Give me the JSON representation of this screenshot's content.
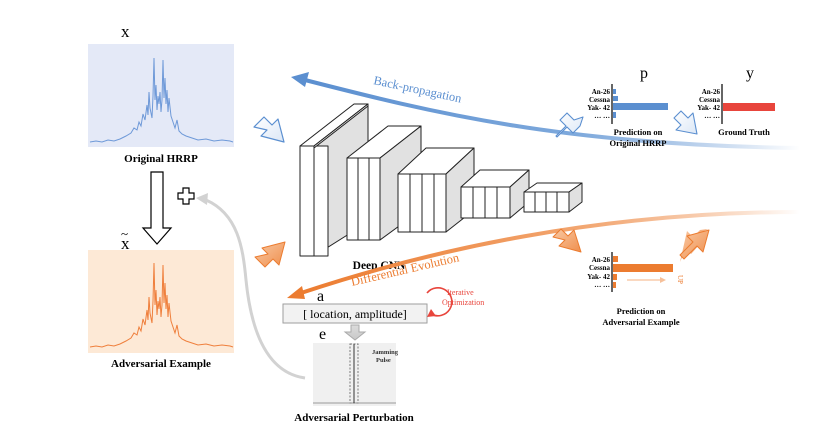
{
  "labels": {
    "x": "x",
    "x_tilde": "x",
    "tilde": "~",
    "p": "p",
    "y": "y",
    "a": "a",
    "e": "e",
    "original_hrrp": "Original HRRP",
    "adversarial_example": "Adversarial Example",
    "deep_cnn": "Deep CNN",
    "back_propagation": "Back-propagation",
    "differential_evolution": "Differential Evolution",
    "iterative_1": "Iterative",
    "iterative_2": "Optimization",
    "param_box": "[ location, amplitude]",
    "jamming_1": "Jamming",
    "jamming_2": "Pulse",
    "adversarial_perturbation": "Adversarial Perturbation",
    "pred_orig_1": "Prediction on",
    "pred_orig_2": "Original HRRP",
    "ground_truth": "Ground Truth",
    "pred_adv_1": "Prediction on",
    "pred_adv_2": "Adversarial Example",
    "up": "UP",
    "classes": [
      "An-26",
      "Cessna",
      "Yak- 42",
      "… …"
    ]
  },
  "colors": {
    "blue": "#5b8fd0",
    "orange": "#ec7c30",
    "red": "#e8453c",
    "blue_panel": "#e4e9f7",
    "orange_panel": "#fde9d6"
  }
}
